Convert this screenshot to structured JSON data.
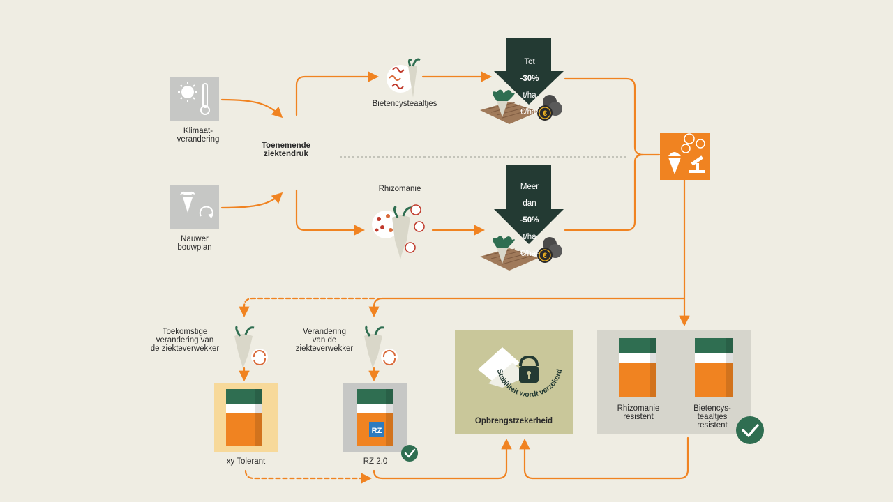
{
  "colors": {
    "background": "#efede3",
    "orange": "#f08321",
    "dark_green": "#233a33",
    "pack_green": "#2f6e51",
    "grey_tile": "#c6c7c5",
    "olive_box": "#c9c79a",
    "yellow_tile": "#f7d99a",
    "check_green": "#2f6e51"
  },
  "nodes": {
    "klimaat": "Klimaat-\nverandering",
    "bouwplan": "Nauwer\nbouwplan",
    "ziektendruk": "Toenemende\nziektendruk",
    "bietencysteaaltjes": "Bietencysteaaltjes",
    "rhizomanie": "Rhizomanie",
    "arrow_top": {
      "line1": "Tot",
      "line2": "-30%",
      "line3": "t/ha",
      "line4": "€/ha¹"
    },
    "arrow_bottom": {
      "line1": "Meer",
      "line2": "dan",
      "line3": "-50%",
      "line4": "t/ha",
      "line5": "€/ha²"
    },
    "toekomstige": "Toekomstige\nverandering van\nde ziekteverwekker",
    "verandering": "Verandering\nvan de\nziekteverwekker",
    "xy_tolerant": "xy Tolerant",
    "rz20": "RZ 2.0",
    "rz_badge": "RZ",
    "opbrengst_center": "Opbrengstzekerheid",
    "stabiliteit": "Stabiliteit wordt verzekerd",
    "rhizomanie_resistent": "Rhizomanie\nresistent",
    "bietencysteaaltjes_resistent": "Bietencys-\nteaaltjes\nresistent"
  },
  "icons": [
    "thermometer-sun-icon",
    "crop-rotation-icon",
    "nematode-beet-icon",
    "rhizomania-beet-icon",
    "beet-field-coins-icon",
    "money-lab-icon",
    "beet-change-icon",
    "seed-pack-icon",
    "lock-icon",
    "check-icon"
  ]
}
